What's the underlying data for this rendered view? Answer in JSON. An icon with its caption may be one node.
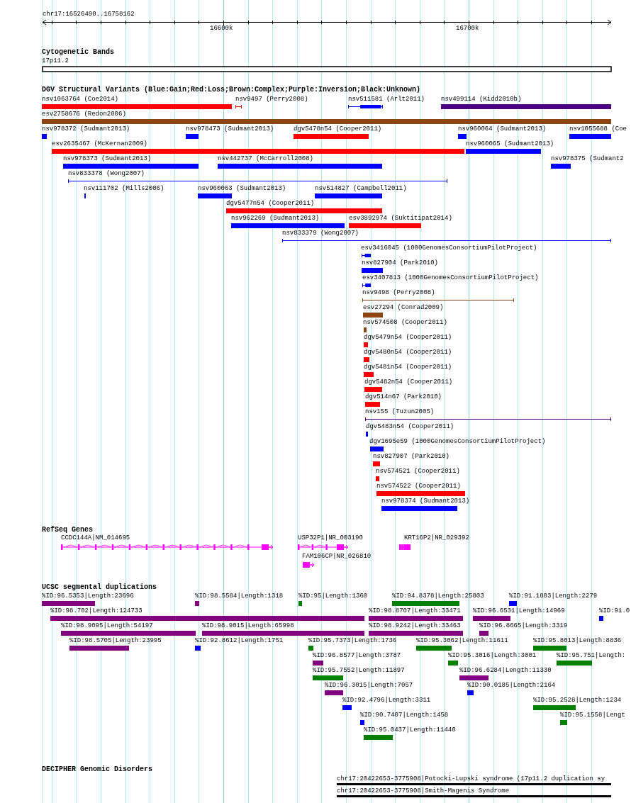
{
  "diagram": {
    "labels": [
      "chr17:16526490..16758162",
      "16600k",
      "16700k",
      "Cytogenetic Bands",
      "17p11.2",
      "DGV Structural Variants (Blue:Gain;Red:Loss;Brown:Complex;Purple:Inversion;Black:Unknown)",
      "nsv1063764 (Coe2014)",
      "nsv9497 (Perry2008)",
      "nsv511581 (Arlt2011)",
      "nsv499114 (Kidd2010b)",
      "esv2758676 (Redon2006)",
      "nsv978372 (Sudmant2013)",
      "nsv978473 (Sudmant2013)",
      "dgv5478n54 (Cooper2011)",
      "nsv960064 (Sudmant2013)",
      "nsv1055688 (Coe",
      "esv2635467 (McKernan2009)",
      "nsv960065 (Sudmant2013)",
      "nsv978373 (Sudmant2013)",
      "nsv442737 (McCarroll2008)",
      "nsv978375 (Sudmant2",
      "nsv833378 (Wong2007)",
      "nsv111702 (Mills2006)",
      "nsv960063 (Sudmant2013)",
      "nsv514827 (Campbell2011)",
      "dgv5477n54 (Cooper2011)",
      "nsv962269 (Sudmant2013)",
      "esv3892974 (Suktitipat2014)",
      "nsv833379 (Wong2007)",
      "esv3416045 (1000GenomesConsortiumPilotProject)",
      "nsv827904 (Park2010)",
      "esv3407813 (1000GenomesConsortiumPilotProject)",
      "nsv9498 (Perry2008)",
      "esv27294 (Conrad2009)",
      "nsv574508 (Cooper2011)",
      "dgv5479n54 (Cooper2011)",
      "dgv5480n54 (Cooper2011)",
      "dgv5481n54 (Cooper2011)",
      "dgv5482n54 (Cooper2011)",
      "dgv514n67 (Park2010)",
      "nsv155 (Tuzun2005)",
      "dgv5483n54 (Cooper2011)",
      "dgv1695e59 (1000GenomesConsortiumPilotProject)",
      "nsv827907 (Park2010)",
      "nsv574521 (Cooper2011)",
      "nsv574522 (Cooper2011)",
      "nsv978374 (Sudmant2013)",
      "RefSeq Genes",
      "CCDC144A|NM_014695",
      "USP32P1|NR_003190",
      "KRT16P2|NR_029392",
      "FAM106CP|NR_026810",
      "UCSC segmental duplications",
      "%ID:96.5353|Length:23696",
      "%ID:98.5584|Length:1318",
      "%ID:95|Length:1360",
      "%ID:94.8378|Length:25803",
      "%ID:91.1803|Length:2279",
      "%ID:98.702|Length:124733",
      "%ID:98.8707|Length:33471",
      "%ID:96.6531|Length:14969",
      "%ID:91.0",
      "%ID:98.9095|Length:54197",
      "%ID:98.9015|Length:65998",
      "%ID:98.9242|Length:33463",
      "%ID:96.8665|Length:3319",
      "%ID:98.5705|Length:23995",
      "%ID:92.8612|Length:1751",
      "%ID:95.7373|Length:1736",
      "%ID:95.3062|Length:11611",
      "%ID:95.8013|Length:8836",
      "%ID:96.8577|Length:3787",
      "%ID:95.3016|Length:3001",
      "%ID:95.751|Length:",
      "%ID:95.7552|Length:11897",
      "%ID:96.6284|Length:11330",
      "%ID:96.3015|Length:7057",
      "%ID:90.0185|Length:2164",
      "%ID:92.4796|Length:3311",
      "%ID:95.2528|Length:1234",
      "%ID:90.7407|Length:1458",
      "%ID:95.1558|Lengt",
      "%ID:95.0437|Length:11440",
      "DECIPHER Genomic Disorders",
      "chr17:20422653-3775908|Potocki-Lupski syndrome (17p11.2 duplication sy",
      "chr17:20422653-3775908|Smith-Magenis Syndrome"
    ]
  }
}
